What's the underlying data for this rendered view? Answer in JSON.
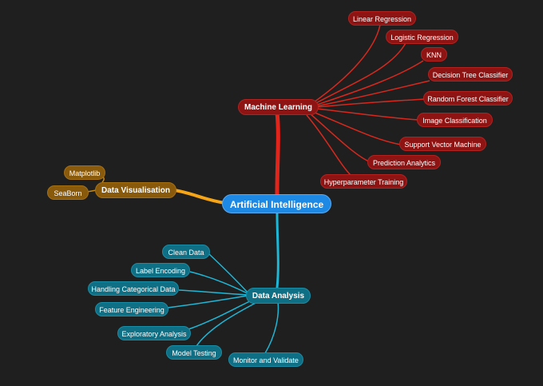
{
  "root": "Artificial Intelligence",
  "colors": {
    "background": "#1f1f1f",
    "root": "#1e88e5",
    "machine_learning": "#8e1413",
    "machine_learning_link": "#e3241b",
    "data_analysis": "#0f6f84",
    "data_analysis_link": "#1fb7d6",
    "data_visualisation": "#8a5a0c",
    "data_visualisation_link": "#f5a515"
  },
  "branches": {
    "machine_learning": {
      "label": "Machine Learning",
      "children": [
        "Linear Regression",
        "Logistic Regression",
        "KNN",
        "Decision Tree Classifier",
        "Random Forest Classifier",
        "Image Classification",
        "Support Vector Machine",
        "Prediction Analytics",
        "Hyperparameter Training"
      ]
    },
    "data_visualisation": {
      "label": "Data Visualisation",
      "children": [
        "Matplotlib",
        "SeaBorn"
      ]
    },
    "data_analysis": {
      "label": "Data Analysis",
      "children": [
        "Clean Data",
        "Label Encoding",
        "Handling Categorical Data",
        "Feature Engineering",
        "Exploratory Analysis",
        "Model Testing",
        "Monitor and Validate"
      ]
    }
  }
}
